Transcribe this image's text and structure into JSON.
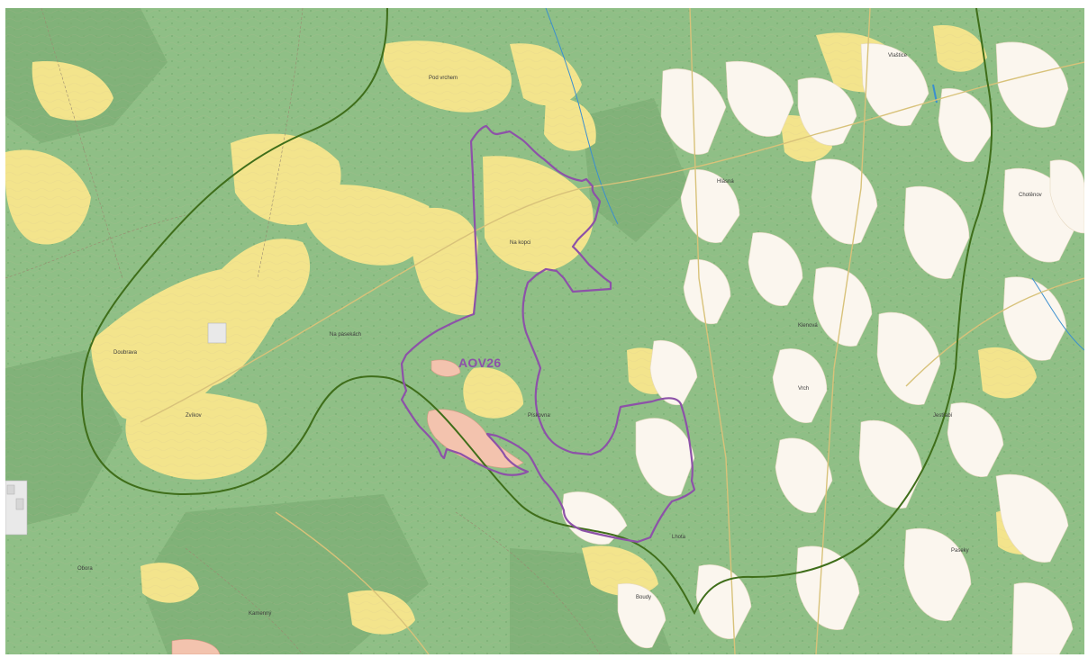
{
  "map": {
    "area_label": "AOV26",
    "boundary_colors": {
      "assessment_area": "#8d52a8",
      "buffer_zone": "#3f6e1a"
    },
    "land_colors": {
      "forest": "#8fbf86",
      "forest_dark": "#79ad72",
      "meadow": "#f3e48c",
      "field": "#fbf6ee",
      "built_up": "#f3c3ae",
      "water": "#3b8fcf"
    },
    "place_labels": [
      "Vlaštice",
      "Hlásná",
      "Pod vrchem",
      "Chotěnov",
      "Na kopci",
      "Lhota",
      "Klenová",
      "Jestřabí",
      "Zvíkov",
      "Na pasekách",
      "Doubrava",
      "Pískovna",
      "Boudy",
      "Vrch",
      "Obora",
      "Kamenný",
      "Paseky"
    ]
  }
}
